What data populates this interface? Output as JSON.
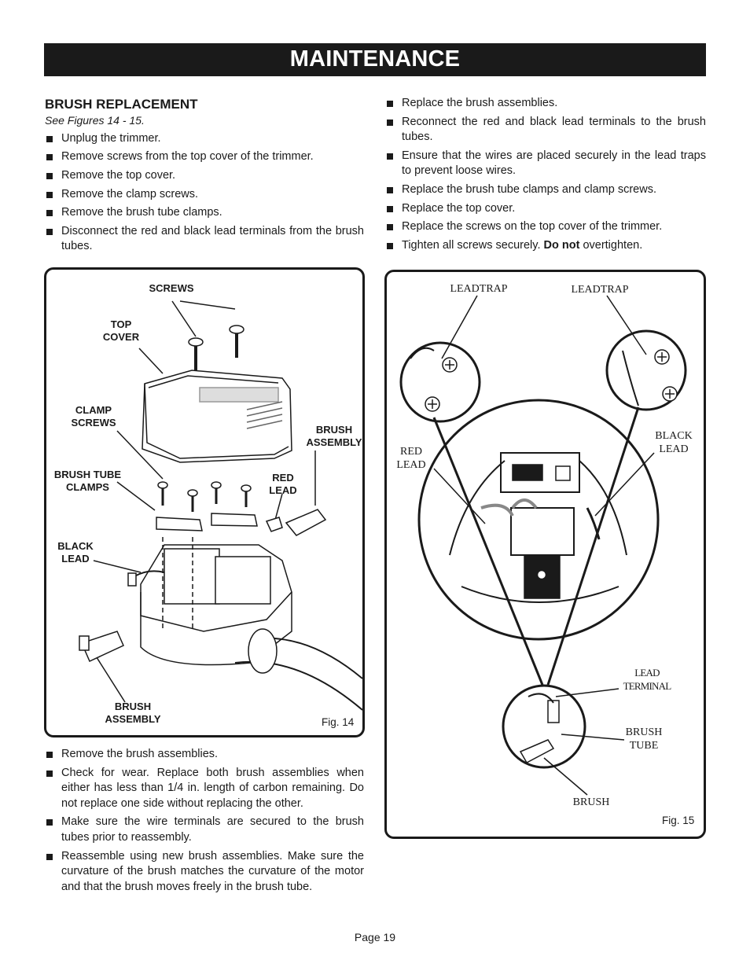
{
  "header": {
    "title": "MAINTENANCE"
  },
  "section": {
    "title": "BRUSH REPLACEMENT",
    "subtitle": "See Figures 14 - 15."
  },
  "left_steps": [
    "Unplug the trimmer.",
    "Remove screws from the top cover of the trimmer.",
    "Remove the top cover.",
    "Remove the clamp screws.",
    "Remove the brush tube clamps.",
    "Disconnect the red and black lead terminals from the brush tubes."
  ],
  "right_steps": [
    "Replace the brush assemblies.",
    "Reconnect the red and black lead terminals to the brush tubes.",
    "Ensure that the wires are placed securely in the lead traps to prevent loose wires.",
    "Replace the brush tube clamps and clamp screws.",
    "Replace the top cover.",
    "Replace the screws on the top cover of the trimmer."
  ],
  "right_last_step": {
    "before": "Tighten all screws securely. ",
    "bold": "Do not",
    "after": " overtighten."
  },
  "lower_steps": [
    "Remove the brush assemblies.",
    "Check for wear. Replace both brush assemblies when either has less than 1/4 in. length of carbon remaining. Do not replace one side without replacing the other.",
    "Make sure the wire terminals are secured to the brush tubes prior to reassembly.",
    "Reassemble using new brush assemblies. Make sure the curvature of the brush matches the curvature of the motor and that the brush moves freely in the brush tube."
  ],
  "fig14": {
    "caption": "Fig. 14",
    "labels": {
      "screws": "SCREWS",
      "top_cover": "TOP\nCOVER",
      "clamp_screws": "CLAMP\nSCREWS",
      "brush_assembly_top": "BRUSH\nASSEMBLY",
      "brush_tube_clamps": "BRUSH TUBE\nCLAMPS",
      "red_lead": "RED\nLEAD",
      "black_lead": "BLACK\nLEAD",
      "brush_assembly_bottom": "BRUSH\nASSEMBLY"
    }
  },
  "fig15": {
    "caption": "Fig. 15",
    "labels": {
      "leadtrap_left": "LEADTRAP",
      "leadtrap_right": "LEADTRAP",
      "red_lead": "RED\nLEAD",
      "black_lead": "BLACK\nLEAD",
      "lead_terminal": "LEAD\nTERMINAL",
      "brush_tube": "BRUSH\nTUBE",
      "brush": "BRUSH"
    }
  },
  "footer": {
    "page": "Page 19"
  }
}
